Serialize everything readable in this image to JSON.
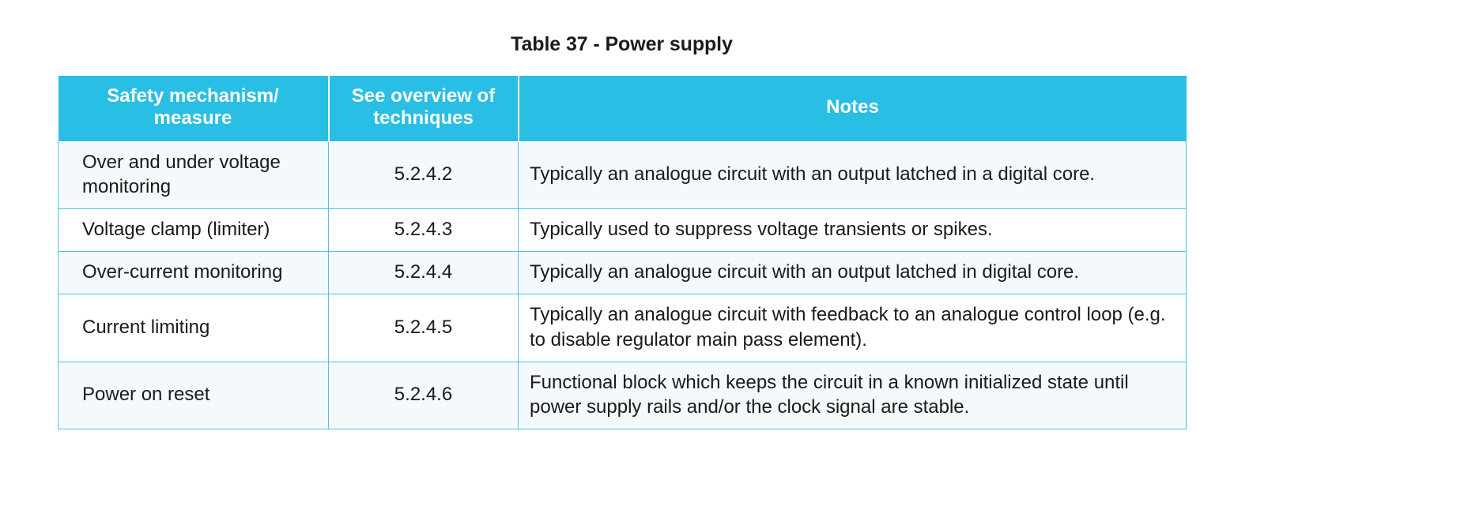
{
  "title": "Table 37 - Power supply",
  "colors": {
    "header_background": "#29bee4",
    "header_text": "#ffffff",
    "row_border": "#4ec3e8",
    "row_alt_background": "#f4f9fc",
    "row_background": "#ffffff",
    "body_text": "#1a1a1a"
  },
  "table": {
    "columns": [
      {
        "key": "mechanism",
        "label": "Safety mechanism/\nmeasure"
      },
      {
        "key": "reference",
        "label": "See overview of\ntechniques"
      },
      {
        "key": "notes",
        "label": "Notes"
      }
    ],
    "header": {
      "col1_line1": "Safety mechanism/",
      "col1_line2": "measure",
      "col2_line1": "See overview of",
      "col2_line2": "techniques",
      "col3": "Notes"
    },
    "rows": [
      {
        "mechanism": "Over and under voltage monitoring",
        "reference": "5.2.4.2",
        "notes": "Typically an analogue circuit with an output latched in a digital core."
      },
      {
        "mechanism": "Voltage clamp (limiter)",
        "reference": "5.2.4.3",
        "notes": "Typically used to suppress voltage transients or spikes."
      },
      {
        "mechanism": "Over-current monitoring",
        "reference": "5.2.4.4",
        "notes": "Typically an analogue circuit with an output latched in digital core."
      },
      {
        "mechanism": "Current limiting",
        "reference": "5.2.4.5",
        "notes": "Typically an analogue circuit with feedback to an analogue control loop (e.g. to disable regulator main pass element)."
      },
      {
        "mechanism": "Power on reset",
        "reference": "5.2.4.6",
        "notes": "Functional block which keeps the circuit in a known initialized state until power supply rails and/or the clock signal are stable."
      }
    ]
  }
}
